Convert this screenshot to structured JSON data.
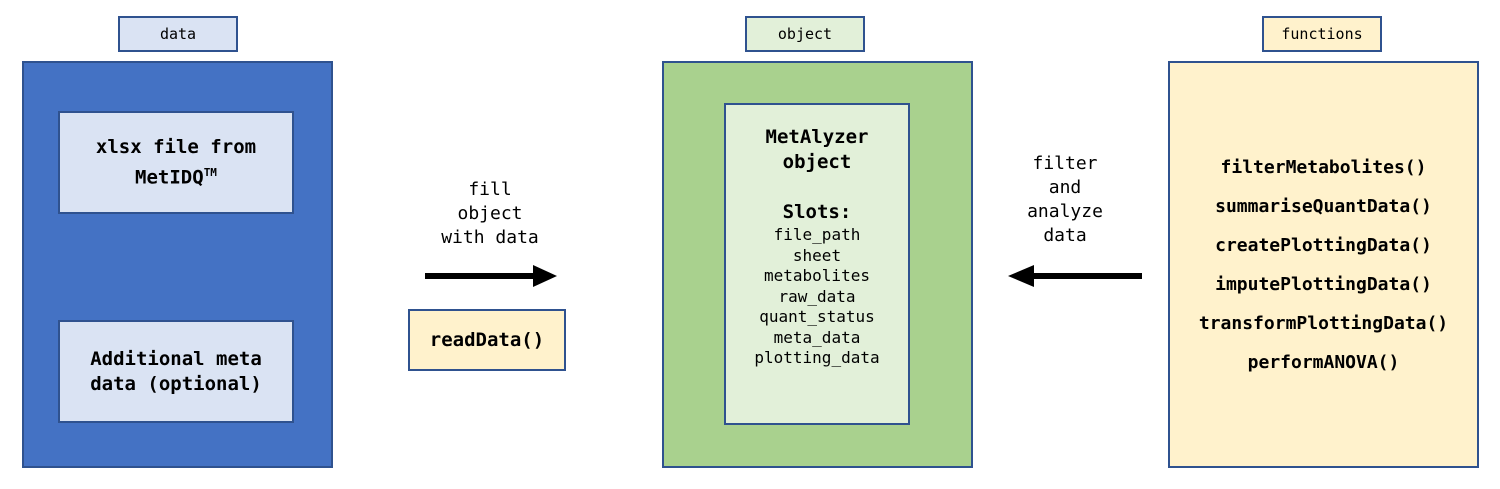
{
  "colors": {
    "data_fill": "#4472c4",
    "data_box_fill": "#dae3f3",
    "object_fill": "#a9d18e",
    "object_box_fill": "#e2f0d9",
    "functions_fill": "#fff2cc",
    "border": "#2f528f",
    "arrow": "#000000"
  },
  "data_section": {
    "tag": "data",
    "xlsx_box": {
      "line1": "xlsx file from",
      "line2_base": "MetIDQ",
      "line2_sup": "TM"
    },
    "meta_box": {
      "line1": "Additional meta",
      "line2": "data (optional)"
    }
  },
  "fill_step": {
    "caption": [
      "fill",
      "object",
      "with data"
    ],
    "function": "readData()"
  },
  "object_section": {
    "tag": "object",
    "title": [
      "MetAlyzer",
      "object"
    ],
    "slots_label": "Slots:",
    "slots": [
      "file_path",
      "sheet",
      "metabolites",
      "raw_data",
      "quant_status",
      "meta_data",
      "plotting_data"
    ]
  },
  "analyze_step": {
    "caption": [
      "filter",
      "and",
      "analyze",
      "data"
    ]
  },
  "functions_section": {
    "tag": "functions",
    "items": [
      "filterMetabolites()",
      "summariseQuantData()",
      "createPlottingData()",
      "imputePlottingData()",
      "transformPlottingData()",
      "performANOVA()"
    ]
  }
}
